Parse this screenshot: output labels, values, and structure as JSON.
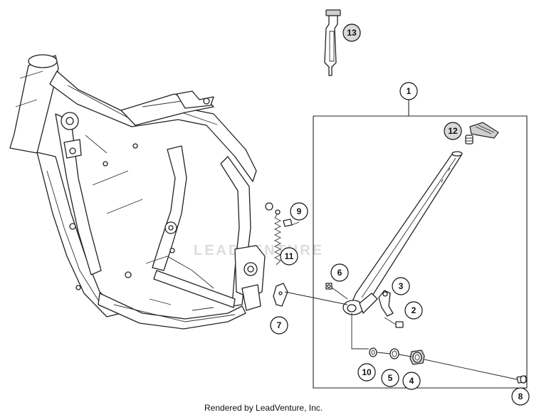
{
  "watermark": "LEADVENTURE",
  "footer": "Rendered by LeadVenture, Inc.",
  "callouts": {
    "c1": "1",
    "c2": "2",
    "c3": "3",
    "c4": "4",
    "c5": "5",
    "c6": "6",
    "c7": "7",
    "c8": "8",
    "c9": "9",
    "c10": "10",
    "c11": "11",
    "c12": "12",
    "c13": "13"
  },
  "colors": {
    "line": "#222222",
    "shade": "#cfcfcf",
    "highlight": "#d9d9d9"
  }
}
